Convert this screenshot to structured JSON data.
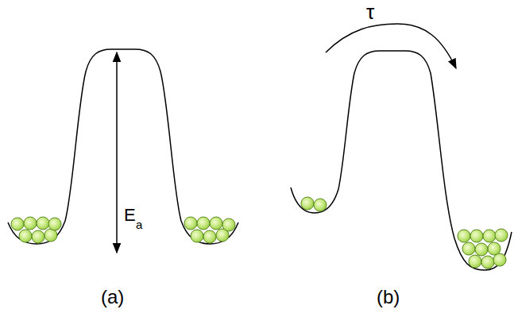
{
  "diagram": {
    "labels": [
      "E",
      "a",
      "τ",
      "(a)",
      "(b)"
    ]
  }
}
